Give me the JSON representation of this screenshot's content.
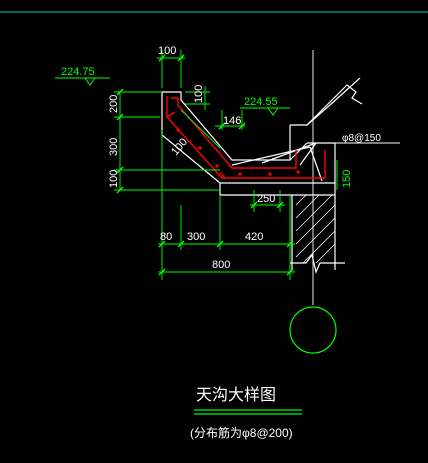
{
  "colors": {
    "background": "#000000",
    "structure": "#ffffff",
    "dimension": "#00ff00",
    "rebar": "#ff0000",
    "border": "#00c8c8",
    "title": "#ffffff"
  },
  "dimensions": {
    "top_width": "100",
    "side_100": "100",
    "height_200": "200",
    "height_300": "300",
    "height_100": "100",
    "slope_100": "100",
    "offset_146": "146",
    "width_250": "250",
    "base_80": "80",
    "base_300": "300",
    "base_420": "420",
    "total_800": "800",
    "right_150": "150"
  },
  "elevations": {
    "left": "224.75",
    "right": "224.55"
  },
  "rebar_label": "φ8@150",
  "title": "天沟大样图",
  "subtitle": "(分布筋为φ8@200)"
}
